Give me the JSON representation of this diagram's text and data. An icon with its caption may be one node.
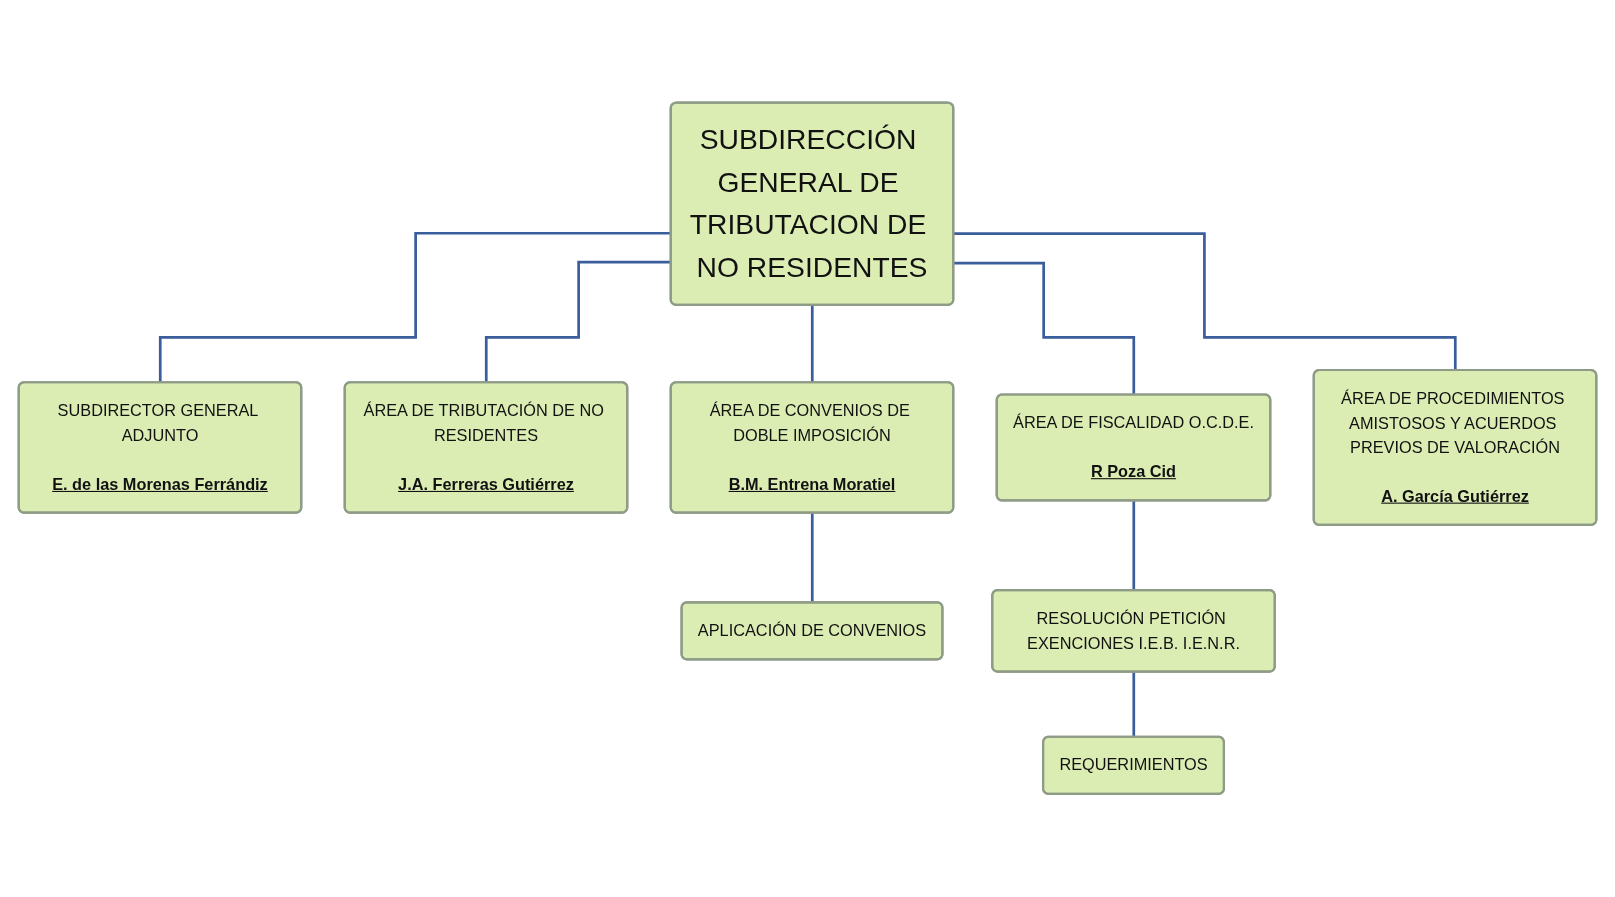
{
  "diagram": {
    "nodes": [
      {
        "text": [
          "SUBDIRECCIÓN GENERAL DE TRIBUTACION DE NO RESIDENTES"
        ]
      },
      {
        "text": [
          "SUBDIRECTOR GENERAL ADJUNTO",
          "E. de las Morenas Ferrándiz"
        ]
      },
      {
        "text": [
          "ÁREA DE TRIBUTACIÓN DE NO RESIDENTES",
          "J.A. Ferreras Gutiérrez"
        ]
      },
      {
        "text": [
          "ÁREA DE CONVENIOS DE DOBLE IMPOSICIÓN",
          "B.M. Entrena Moratiel"
        ]
      },
      {
        "text": [
          "ÁREA DE FISCALIDAD O.C.D.E.",
          "R Poza Cid"
        ]
      },
      {
        "text": [
          "ÁREA DE PROCEDIMIENTOS AMISTOSOS Y ACUERDOS PREVIOS DE VALORACIÓN",
          "A. García Gutiérrez"
        ]
      },
      {
        "text": [
          "APLICACIÓN DE CONVENIOS"
        ]
      },
      {
        "text": [
          "RESOLUCIÓN PETICIÓN EXENCIONES I.E.B. I.E.N.R."
        ]
      },
      {
        "text": [
          "REQUERIMIENTOS"
        ]
      }
    ],
    "edges": [
      {
        "from": 0,
        "to": 1,
        "arrow": "none"
      },
      {
        "from": 0,
        "to": 2,
        "arrow": "none"
      },
      {
        "from": 0,
        "to": 3,
        "arrow": "none"
      },
      {
        "from": 0,
        "to": 4,
        "arrow": "none"
      },
      {
        "from": 0,
        "to": 5,
        "arrow": "none"
      },
      {
        "from": 3,
        "to": 6,
        "arrow": "none"
      },
      {
        "from": 4,
        "to": 7,
        "arrow": "none"
      },
      {
        "from": 7,
        "to": 8,
        "arrow": "none"
      }
    ]
  }
}
